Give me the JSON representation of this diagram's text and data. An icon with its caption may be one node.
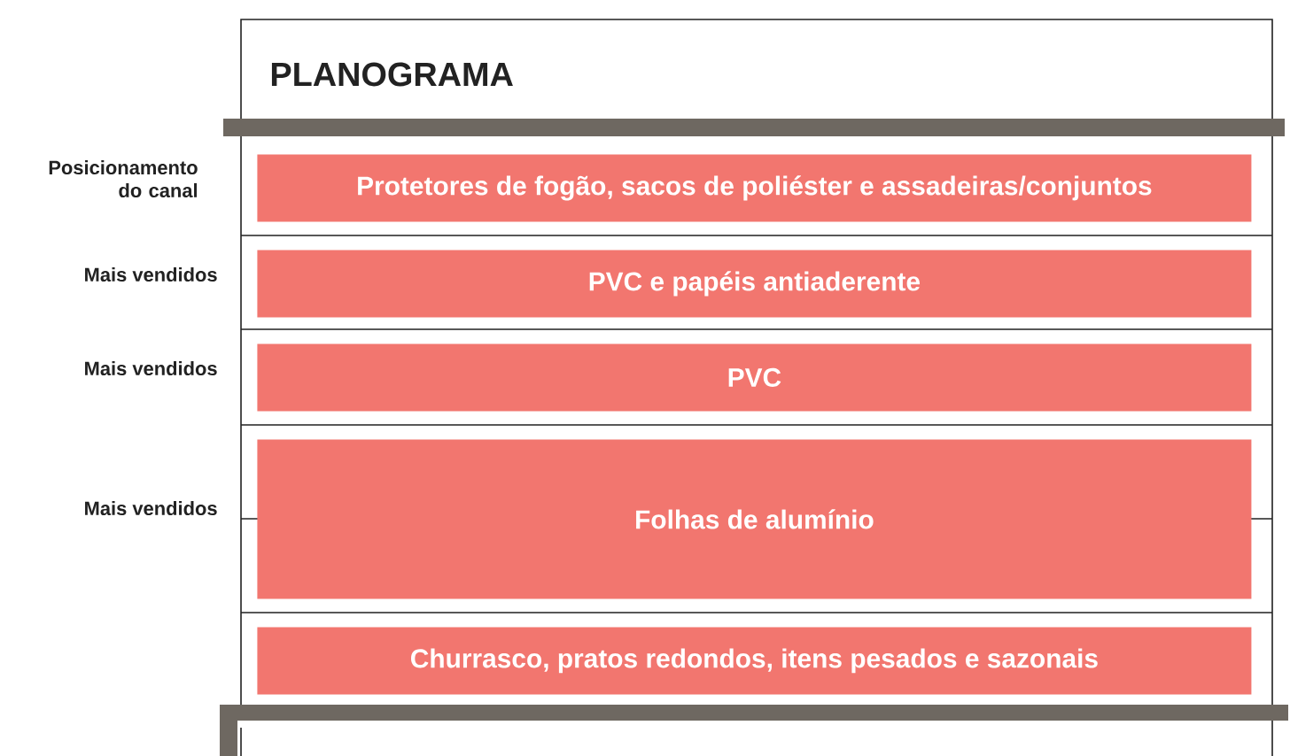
{
  "diagram": {
    "title": "PLANOGRAMA",
    "nodes": [
      {
        "text": [
          "Protetores de fogão, sacos de poliéster e assadeiras/conjuntos"
        ]
      },
      {
        "text": [
          "PVC e papéis antiaderente"
        ]
      },
      {
        "text": [
          "PVC"
        ]
      },
      {
        "text": [
          "Folhas de alumínio"
        ]
      },
      {
        "text": [
          "Churrasco, pratos redondos, itens pesados e sazonais"
        ]
      }
    ],
    "labels": [
      "Posicionamento do canal",
      "Mais vendidos",
      "Mais vendidos",
      "Mais vendidos"
    ]
  }
}
